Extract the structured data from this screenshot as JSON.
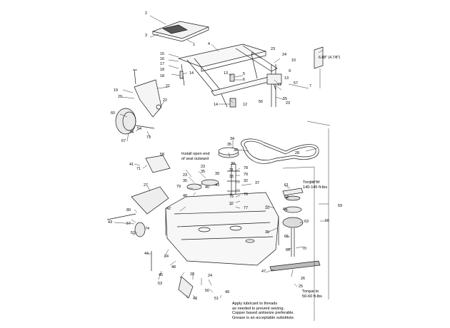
{
  "callouts": {
    "c2": "2",
    "c3": "3",
    "c1": "1",
    "c4": "4",
    "c15": "15",
    "c16": "16",
    "c17": "17",
    "c18a": "18",
    "c18b": "18",
    "c14a": "14",
    "c13a": "13",
    "c5": "5",
    "c6": "6",
    "c8": "8",
    "c23a": "23",
    "c24a": "24",
    "c10": "10",
    "c9": "9",
    "c11": "11",
    "c13b": "13",
    "c55": "55",
    "c23b": "23",
    "c56": "56",
    "c57": "57",
    "c7": "7",
    "c12": "12",
    "c14b": "14",
    "c19": "19",
    "c20": "20",
    "c21": "21",
    "c22": "22",
    "c60": "60",
    "c74a": "74",
    "c54": "54",
    "c67": "67",
    "c73": "73",
    "c34": "34",
    "c35a": "35",
    "c36": "36",
    "c28": "28",
    "c58": "58",
    "c41": "41",
    "c71": "71",
    "c23c": "23",
    "c35b": "35",
    "c23d": "23",
    "c35c": "35",
    "c79a": "79",
    "c40a": "40",
    "c39": "39",
    "c43": "43",
    "c30a": "30",
    "c31": "31",
    "c33": "33",
    "c78": "78",
    "c79b": "79",
    "c32a": "32",
    "c37": "37",
    "c75": "75",
    "c76": "76",
    "c32b": "32",
    "c77": "77",
    "c27": "27",
    "c42a": "42",
    "c40b": "40",
    "c80": "80",
    "c43b": "43",
    "c57b": "57",
    "c52": "52",
    "c74b": "74",
    "c10b": "10",
    "c61": "61",
    "c62": "62",
    "c64": "64",
    "c63": "63",
    "c65": "65",
    "c30b": "30",
    "c70": "70",
    "c69": "69",
    "c59": "59",
    "c66": "66",
    "c47": "47",
    "c44": "44",
    "c24b": "24",
    "c45": "45",
    "c48": "48",
    "c23e": "23",
    "c24c": "24",
    "c26": "26",
    "c25": "25",
    "c50": "50",
    "c49": "49",
    "c42b": "42",
    "c51": "51",
    "c53": "53"
  },
  "notes": {
    "seal_line1": "Install open end",
    "seal_line2": "of seal outward",
    "dimension": "6.88\" (4.7/8\")",
    "torque_top_line1": "Torque to",
    "torque_top_line2": "140-145 ft-lbs",
    "torque_bottom_line1": "Torque to",
    "torque_bottom_line2": "50-60 ft-lbs",
    "grease_line1": "Apply lubricant to threads",
    "grease_line2": "as needed to prevent seizing.",
    "grease_line3": "Copper based antiseize preferable.",
    "grease_line4": "Grease is an acceptable substitute."
  }
}
